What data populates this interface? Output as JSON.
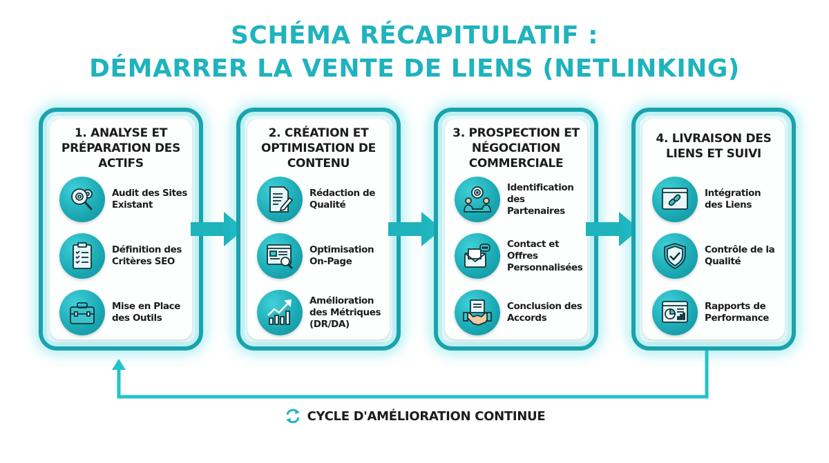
{
  "title": {
    "line1": "SCHÉMA RÉCAPITULATIF :",
    "line2": "DÉMARRER LA VENTE DE LIENS (NETLINKING)"
  },
  "colors": {
    "accent": "#1fb3bd",
    "border": "#1aa3ad",
    "text": "#1c1c1c"
  },
  "steps": [
    {
      "title": "1. ANALYSE ET PRÉPARATION DES ACTIFS",
      "items": [
        {
          "icon": "audit-gear-magnifier-icon",
          "label": "Audit des Sites Existant"
        },
        {
          "icon": "clipboard-checklist-icon",
          "label": "Définition des Critères SEO"
        },
        {
          "icon": "toolbox-icon",
          "label": "Mise en Place des Outils"
        }
      ]
    },
    {
      "title": "2. CRÉATION ET OPTIMISATION DE CONTENU",
      "items": [
        {
          "icon": "document-pencil-icon",
          "label": "Rédaction de Qualité"
        },
        {
          "icon": "webpage-magnifier-icon",
          "label": "Optimisation On-Page"
        },
        {
          "icon": "growth-chart-icon",
          "label": "Amélioration des Métriques (DR/DA)"
        }
      ]
    },
    {
      "title": "3. PROSPECTION ET NÉGOCIATION COMMERCIALE",
      "items": [
        {
          "icon": "target-partners-icon",
          "label": "Identification des Partenaires"
        },
        {
          "icon": "envelope-chat-icon",
          "label": "Contact et Offres Personnalisées"
        },
        {
          "icon": "handshake-document-icon",
          "label": "Conclusion des Accords"
        }
      ]
    },
    {
      "title": "4. LIVRAISON DES LIENS ET SUIVI",
      "items": [
        {
          "icon": "browser-link-icon",
          "label": "Intégration des Liens"
        },
        {
          "icon": "shield-check-icon",
          "label": "Contrôle de la Qualité"
        },
        {
          "icon": "report-pie-chart-icon",
          "label": "Rapports de Performance"
        }
      ]
    }
  ],
  "footer": {
    "icon": "refresh-cycle-icon",
    "label": "CYCLE D'AMÉLIORATION CONTINUE"
  }
}
